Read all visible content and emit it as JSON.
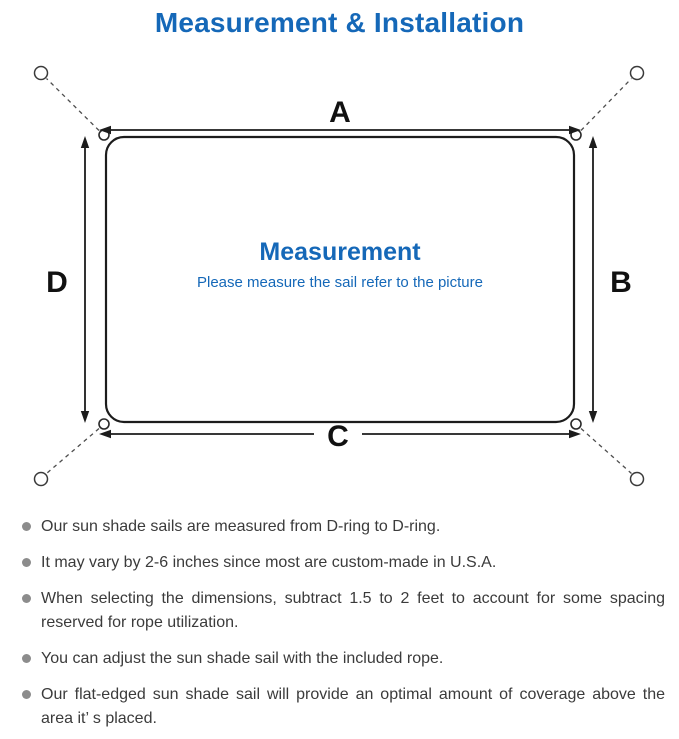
{
  "page": {
    "title": "Measurement & Installation"
  },
  "diagram": {
    "side_labels": {
      "top": "A",
      "right": "B",
      "bottom": "C",
      "left": "D"
    },
    "center": {
      "title": "Measurement",
      "subtitle": "Please measure the sail refer to the picture"
    },
    "colors": {
      "accent_blue": "#1568b8",
      "outline_black": "#1c1c1c",
      "rope_gray": "#4d4d4d",
      "bullet_gray": "#8c8c8c"
    }
  },
  "notes": {
    "items": [
      "Our sun shade sails are measured from D-ring to D-ring.",
      "It may vary by 2-6 inches since most are custom-made in U.S.A.",
      "When selecting the dimensions, subtract 1.5 to 2 feet to account for some spacing reserved for rope utilization.",
      "You can adjust the sun shade sail with the included rope.",
      "Our flat-edged sun shade sail will provide an optimal amount of coverage above the area it’ s placed."
    ]
  }
}
